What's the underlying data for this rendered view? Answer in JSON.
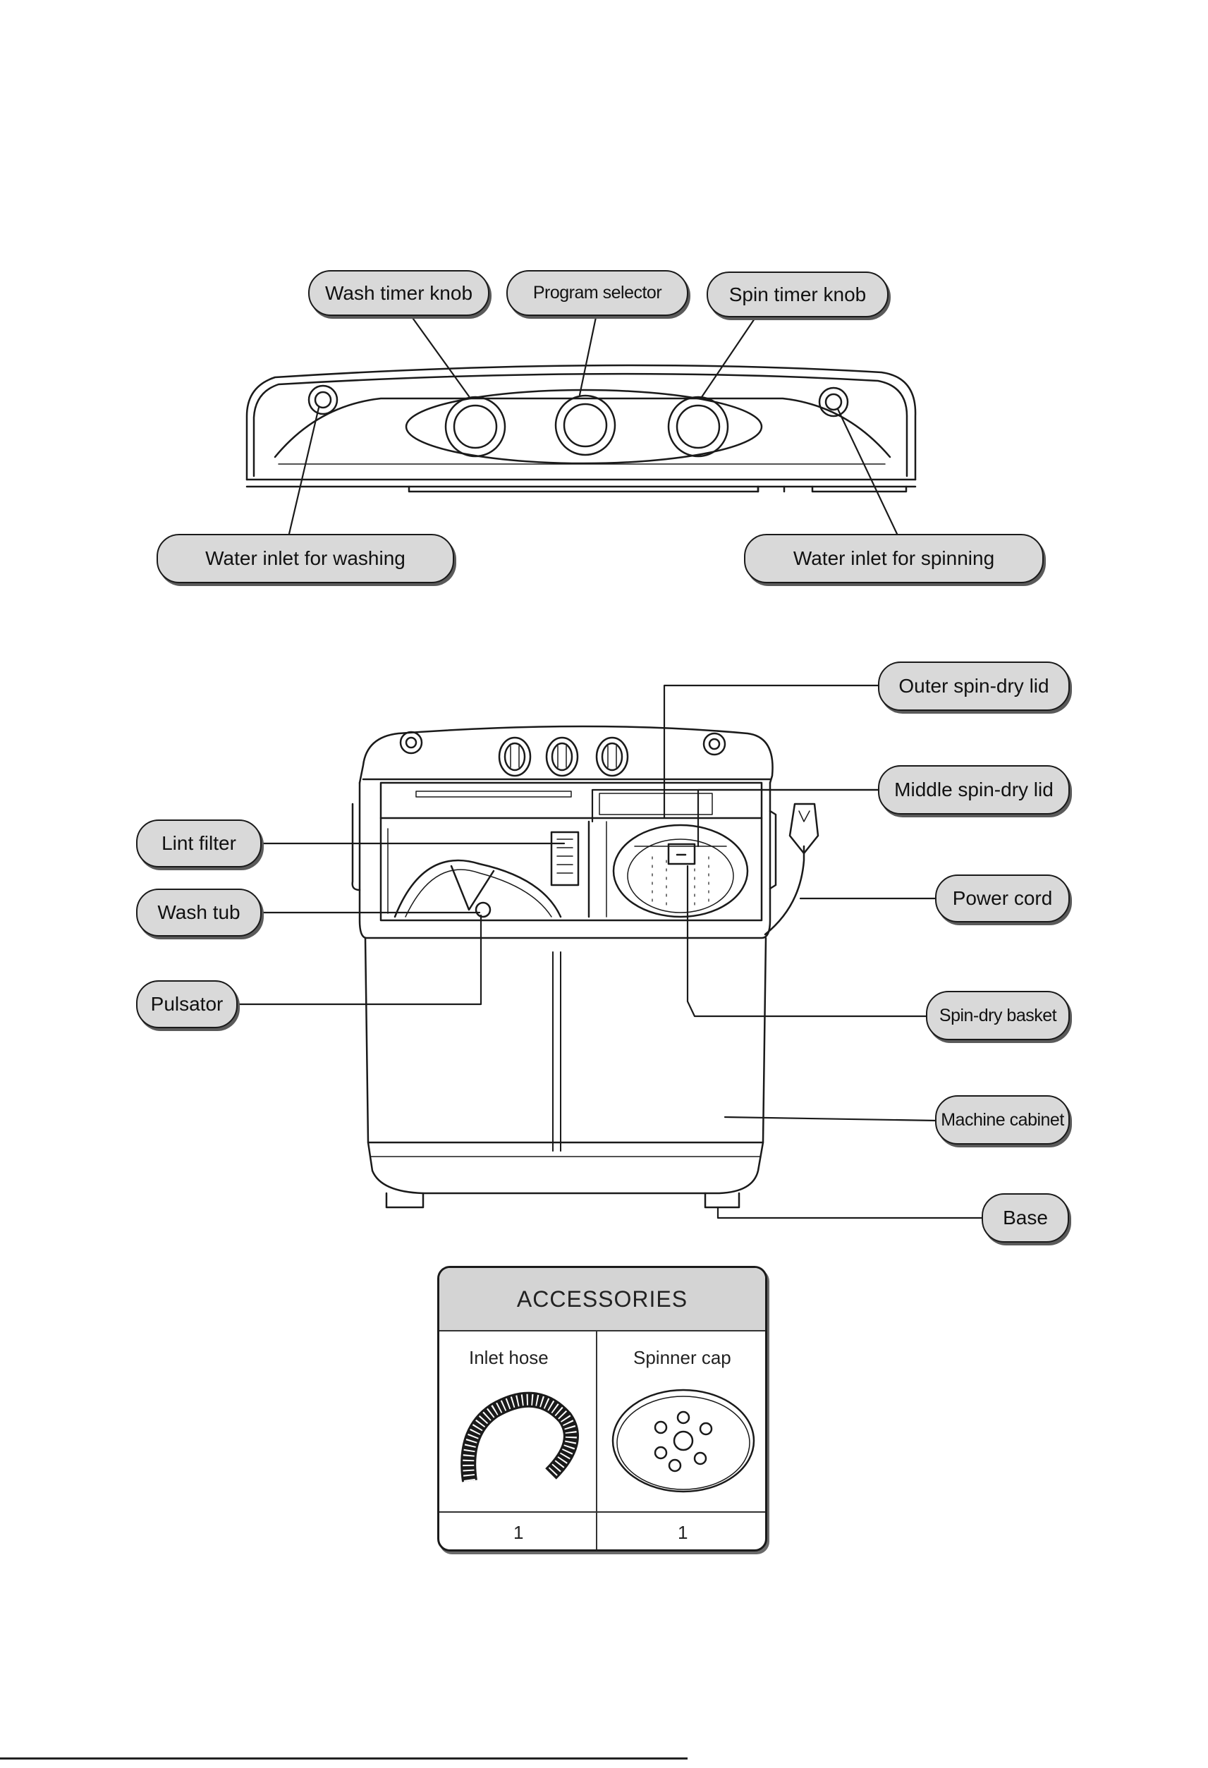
{
  "control_panel": {
    "labels": {
      "wash_timer_knob": "Wash timer knob",
      "program_selector": "Program selector",
      "spin_timer_knob": "Spin timer knob",
      "water_inlet_washing": "Water inlet for washing",
      "water_inlet_spinning": "Water inlet for spinning"
    }
  },
  "machine": {
    "labels": {
      "outer_spin_dry_lid": "Outer spin-dry lid",
      "middle_spin_dry_lid": "Middle spin-dry lid",
      "lint_filter": "Lint filter",
      "power_cord": "Power cord",
      "wash_tub": "Wash tub",
      "pulsator": "Pulsator",
      "spin_dry_basket": "Spin-dry basket",
      "machine_cabinet": "Machine cabinet",
      "base": "Base"
    }
  },
  "accessories": {
    "title": "ACCESSORIES",
    "items": [
      {
        "name": "Inlet hose",
        "quantity": "1"
      },
      {
        "name": "Spinner cap",
        "quantity": "1"
      }
    ]
  }
}
